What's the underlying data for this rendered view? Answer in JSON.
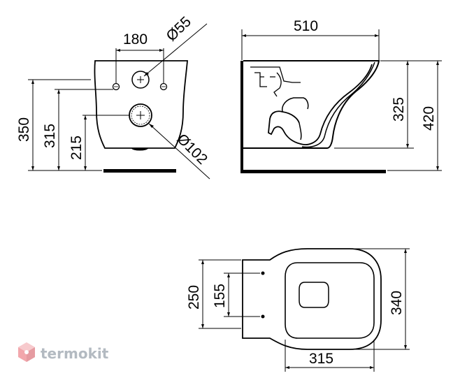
{
  "dimensions": {
    "side_hole_spacing": "180",
    "upper_hole_diameter": "Ø55",
    "total_height": "350",
    "bolt_height": "315",
    "drain_height": "215",
    "drain_diameter": "Ø102",
    "length": "510",
    "bowl_depth": "325",
    "overall_height": "420",
    "mount_width": "250",
    "bolt_spacing": "155",
    "bowl_width": "340",
    "base_length": "315"
  },
  "logo": {
    "text": "termokit",
    "colors": {
      "primary": "#e8606a",
      "secondary": "#9aa3ad"
    }
  }
}
